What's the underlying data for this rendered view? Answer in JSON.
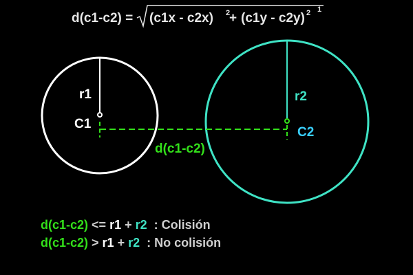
{
  "colors": {
    "background": "#000000",
    "circle1": "#ffffff",
    "circle2": "#3fe3c5",
    "distance": "#33e01a",
    "r1_text": "#ffffff",
    "r2_text": "#3fe3c5",
    "c2_text": "#39d0ff",
    "muted_text": "#cfcfcf"
  },
  "formula": {
    "prefix": "d(c1-c2) = ",
    "term1": "(c1x - c2x)",
    "sup1": "2",
    "plus": " + ",
    "term2": "(c1y - c2y)",
    "sup2": "2",
    "sup_mark": "1"
  },
  "circle1": {
    "radius_label": "r1",
    "center_label": "C1"
  },
  "circle2": {
    "radius_label": "r2",
    "center_label": "C2"
  },
  "distance_label": "d(c1-c2)",
  "legend": {
    "line1": {
      "d": "d(c1-c2)",
      "op": " <= ",
      "r1": "r1",
      "plus": " + ",
      "r2": "r2",
      "result": "  : Colisión"
    },
    "line2": {
      "d": "d(c1-c2)",
      "op": " > ",
      "r1": "r1",
      "plus": " + ",
      "r2": "r2",
      "result": "  : No colisión"
    }
  }
}
